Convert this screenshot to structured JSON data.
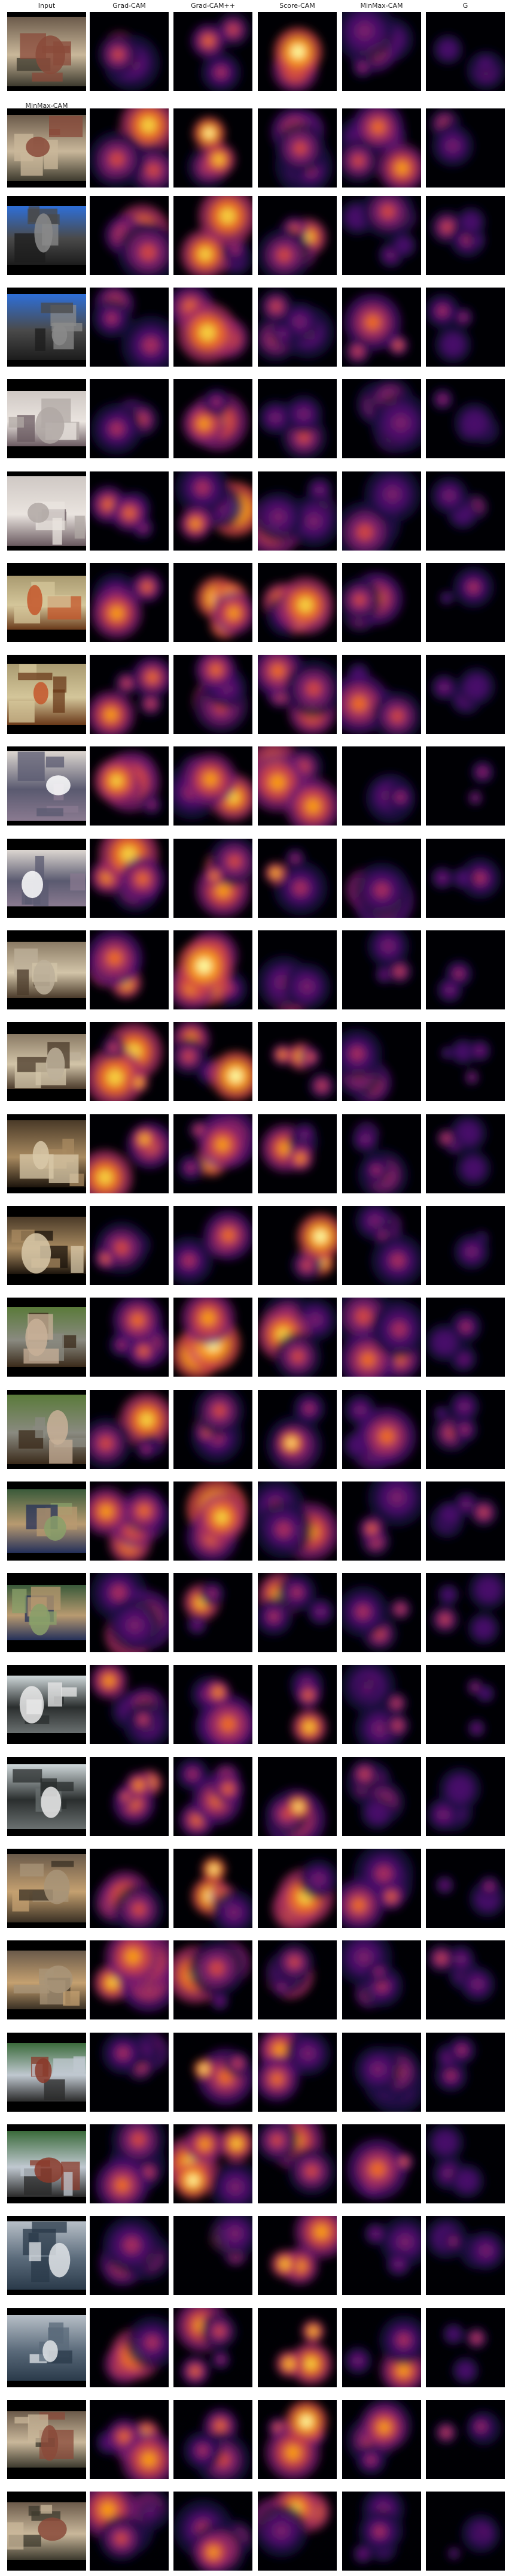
{
  "columns": [
    "Input",
    "Grad-CAM",
    "Grad-CAM++",
    "Score-CAM",
    "MinMax-CAM",
    "G"
  ],
  "row_label": "MinMax-CAM",
  "colormap": [
    "#000004",
    "#1b0c41",
    "#4a0c6b",
    "#781c6d",
    "#a52c60",
    "#cf4446",
    "#ed6925",
    "#fb9b06",
    "#f7d13d",
    "#fcffa4"
  ],
  "background_color": "#ffffff",
  "rows": 28
}
